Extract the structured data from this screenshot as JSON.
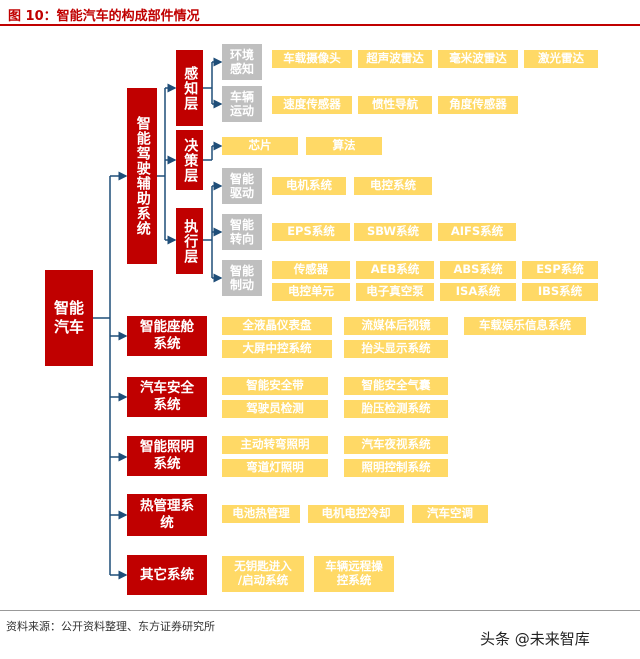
{
  "title": "图 10：智能汽车的构成部件情况",
  "root": "智能\n汽车",
  "adas": {
    "label": "智能驾驶辅助系统",
    "layers": {
      "sense": "感知层",
      "decide": "决策层",
      "exec": "执行层"
    },
    "sub": {
      "env": "环境\n感知",
      "vehicle": "车辆\n运动",
      "drive": "智能\n驱动",
      "steer": "智能\n转向",
      "brake": "智能\n制动"
    },
    "leaves": {
      "env": [
        "车载摄像头",
        "超声波雷达",
        "毫米波雷达",
        "激光雷达"
      ],
      "vehicle": [
        "速度传感器",
        "惯性导航",
        "角度传感器"
      ],
      "decide": [
        "芯片",
        "算法"
      ],
      "drive": [
        "电机系统",
        "电控系统"
      ],
      "steer": [
        "EPS系统",
        "SBW系统",
        "AIFS系统"
      ],
      "brake_row1": [
        "传感器",
        "AEB系统",
        "ABS系统",
        "ESP系统"
      ],
      "brake_row2": [
        "电控单元",
        "电子真空泵",
        "ISA系统",
        "IBS系统"
      ]
    }
  },
  "systems": [
    {
      "label": "智能座舱\n系统",
      "items": [
        "全液晶仪表盘",
        "流媒体后视镜",
        "车载娱乐信息系统",
        "大屏中控系统",
        "抬头显示系统"
      ]
    },
    {
      "label": "汽车安全\n系统",
      "items": [
        "智能安全带",
        "智能安全气囊",
        "驾驶员检测",
        "胎压检测系统"
      ]
    },
    {
      "label": "智能照明\n系统",
      "items": [
        "主动转弯照明",
        "汽车夜视系统",
        "弯道灯照明",
        "照明控制系统"
      ]
    },
    {
      "label": "热管理系\n统",
      "items": [
        "电池热管理",
        "电机电控冷却",
        "汽车空调"
      ]
    },
    {
      "label": "其它系统",
      "items": [
        "无钥匙进入\n/启动系统",
        "车辆远程操\n控系统"
      ]
    }
  ],
  "source": "资料来源：公开资料整理、东方证券研究所",
  "watermark": "头条 @未来智库",
  "colors": {
    "red": "#c00000",
    "gray": "#bfbfbf",
    "yellow": "#ffd966",
    "line": "#1f4e79"
  }
}
